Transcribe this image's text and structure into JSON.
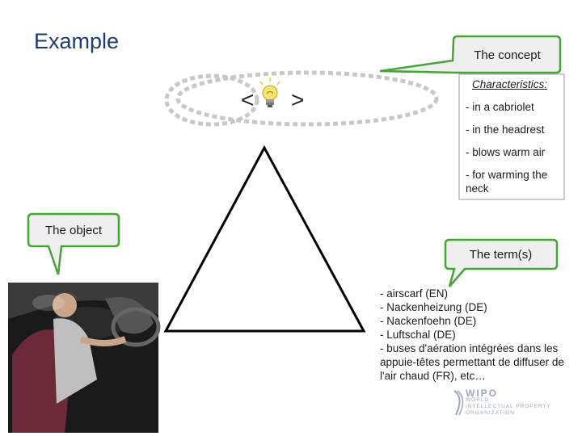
{
  "title": "Example",
  "concept_label": "The concept",
  "object_label": "The object",
  "terms_label": "The term(s)",
  "concept_brackets": {
    "left": "<",
    "right": ">"
  },
  "characteristics": {
    "heading": "Characteristics:",
    "items": [
      "- in a cabriolet",
      "- in the headrest",
      "- blows warm air",
      "- for warming the neck"
    ]
  },
  "terms": [
    "- airscarf (EN)",
    "- Nackenheizung (DE)",
    "- Nackenfoehn (DE)",
    "- Luftschal (DE)",
    "- buses d'aération intégrées dans les appuie-têtes permettant de diffuser de l'air chaud (FR), etc…"
  ],
  "logo": {
    "name": "WIPO",
    "org_lines": [
      "WORLD",
      "INTELLECTUAL PROPERTY",
      "ORGANIZATION"
    ]
  },
  "colors": {
    "bubble_fill": "#efefef",
    "bubble_border": "#4aa23a",
    "title": "#1f3a6e",
    "cloud_dash": "#c8c8c8"
  }
}
